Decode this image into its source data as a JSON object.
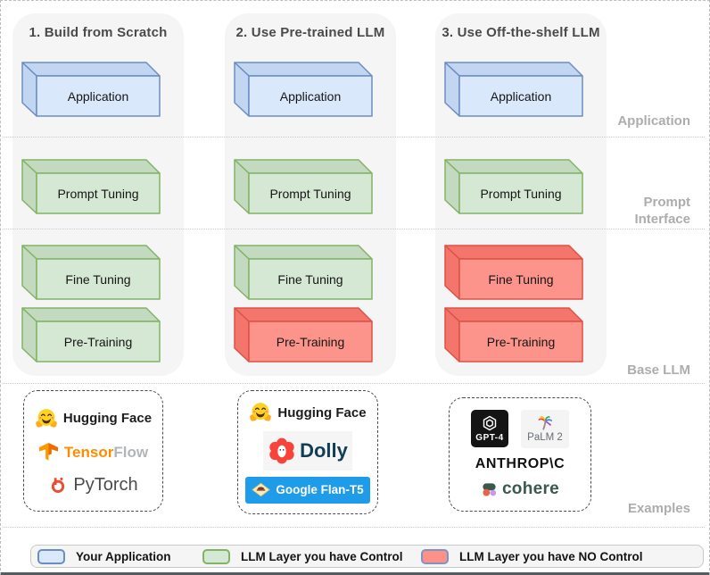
{
  "columns": [
    {
      "title": "1. Build from Scratch",
      "boxes": [
        {
          "label": "Application",
          "color": "blue"
        },
        {
          "label": "Prompt Tuning",
          "color": "green"
        },
        {
          "label": "Fine Tuning",
          "color": "green"
        },
        {
          "label": "Pre-Training",
          "color": "green"
        }
      ],
      "examples": {
        "huggingface": "Hugging Face",
        "tensor": "Tensor",
        "flow": "Flow",
        "pytorch": "PyTorch"
      }
    },
    {
      "title": "2. Use Pre-trained LLM",
      "boxes": [
        {
          "label": "Application",
          "color": "blue"
        },
        {
          "label": "Prompt Tuning",
          "color": "green"
        },
        {
          "label": "Fine Tuning",
          "color": "green"
        },
        {
          "label": "Pre-Training",
          "color": "red"
        }
      ],
      "examples": {
        "huggingface": "Hugging Face",
        "dolly": "Dolly",
        "flan": "Google Flan-T5"
      }
    },
    {
      "title": "3. Use Off-the-shelf LLM",
      "boxes": [
        {
          "label": "Application",
          "color": "blue"
        },
        {
          "label": "Prompt Tuning",
          "color": "green"
        },
        {
          "label": "Fine Tuning",
          "color": "red"
        },
        {
          "label": "Pre-Training",
          "color": "red"
        }
      ],
      "examples": {
        "gpt": "GPT-4",
        "palm": "PaLM 2",
        "anthropic": "ANTHROP\\C",
        "cohere": "cohere"
      }
    }
  ],
  "row_labels": [
    "Application",
    "Prompt Interface",
    "Base LLM",
    "Examples"
  ],
  "legend": [
    {
      "label": "Your Application",
      "color": "blue"
    },
    {
      "label": "LLM Layer you have Control",
      "color": "green"
    },
    {
      "label": "LLM Layer you have NO Control",
      "color": "red"
    }
  ],
  "colors": {
    "blue": {
      "front": "#dae8fc",
      "side": "#c2d6f2",
      "border": "#6c8ebf"
    },
    "green": {
      "front": "#d5e8d4",
      "side": "#c3dac1",
      "border": "#82b366"
    },
    "red": {
      "front": "#fc948b",
      "side": "#f3756b",
      "border": "#dc5347"
    },
    "column_background": "#f5f5f5",
    "row_label_text": "#adadad",
    "flan_banner": "#1f9ce9",
    "red_swatch_border": "#7f94c4"
  }
}
